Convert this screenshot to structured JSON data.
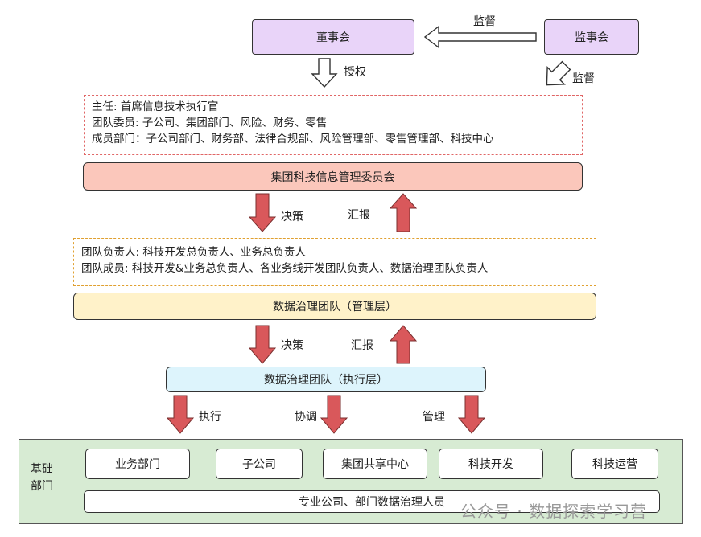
{
  "colors": {
    "board": "#e9d4f9",
    "committee": "#fbc7bb",
    "mgmt_layer": "#fff2c9",
    "exec_layer": "#ddf4fc",
    "base_panel": "#d7ebd3",
    "red_arrow": "#d9585b"
  },
  "top": {
    "board": "董事会",
    "supervisors": "监事会",
    "supervise_label_1": "监督",
    "supervise_label_2": "监督",
    "authorize_label": "授权"
  },
  "committee_notes": {
    "chair": "主任: 首席信息技术执行官",
    "members": "团队委员: 子公司、集团部门、风险、财务、零售",
    "departments": "成员部门：子公司部门、财务部、法律合规部、风险管理部、零售管理部、科技中心"
  },
  "committee": {
    "name": "集团科技信息管理委员会"
  },
  "flow_1": {
    "decide": "决策",
    "report": "汇报"
  },
  "mgmt_notes": {
    "lead": "团队负责人: 科技开发总负责人、业务总负责人",
    "members": "团队成员: 科技开发&业务总负责人、各业务线开发团队负责人、数据治理团队负责人"
  },
  "mgmt_layer": {
    "name": "数据治理团队（管理层）"
  },
  "flow_2": {
    "decide": "决策",
    "report": "汇报"
  },
  "exec_layer": {
    "name": "数据治理团队（执行层）"
  },
  "flow_3": {
    "execute": "执行",
    "coordinate": "协调",
    "manage": "管理"
  },
  "base": {
    "title": "基础\n部门",
    "units": [
      "业务部门",
      "子公司",
      "集团共享中心",
      "科技开发",
      "科技运营"
    ],
    "staff": "专业公司、部门数据治理人员"
  },
  "watermark": "公众号 · 数据探索学习营"
}
